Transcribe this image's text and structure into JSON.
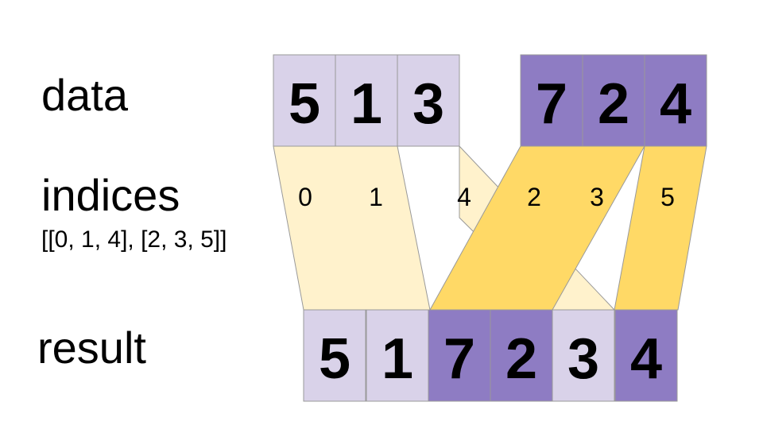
{
  "labels": {
    "data": "data",
    "indices": "indices",
    "indices_literal": "[[0, 1, 4], [2, 3, 5]]",
    "result": "result"
  },
  "data_groups": [
    {
      "values": [
        "5",
        "1",
        "3"
      ],
      "color": "#d9d2e9"
    },
    {
      "values": [
        "7",
        "2",
        "4"
      ],
      "color": "#8e7cc3"
    }
  ],
  "indices": [
    {
      "values": [
        "0",
        "1",
        "4"
      ],
      "color": "#fff2cc"
    },
    {
      "values": [
        "2",
        "3",
        "5"
      ],
      "color": "#ffd966"
    }
  ],
  "result": [
    {
      "value": "5",
      "source_group": 0
    },
    {
      "value": "1",
      "source_group": 0
    },
    {
      "value": "7",
      "source_group": 1
    },
    {
      "value": "2",
      "source_group": 1
    },
    {
      "value": "3",
      "source_group": 0
    },
    {
      "value": "4",
      "source_group": 1
    }
  ],
  "colors": {
    "cell_border": "#999999",
    "text": "#000000",
    "light_purple": "#d9d2e9",
    "dark_purple": "#8e7cc3",
    "light_yellow": "#fff2cc",
    "dark_yellow": "#ffd966"
  }
}
